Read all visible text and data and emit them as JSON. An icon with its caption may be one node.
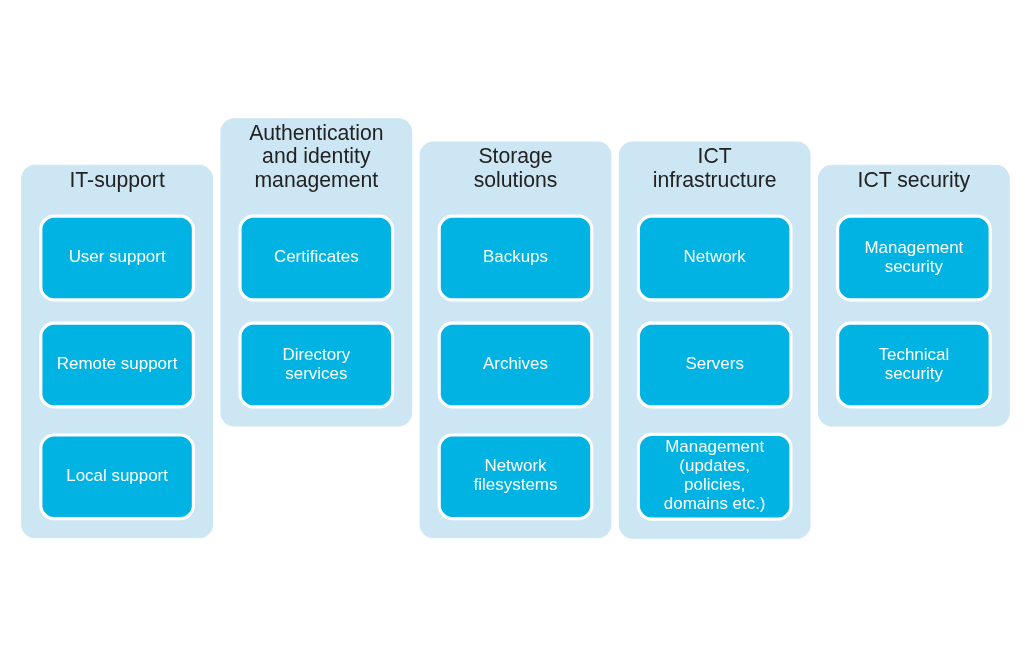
{
  "diagram": {
    "nodes": [
      {
        "text": [
          "IT-support"
        ]
      },
      {
        "text": [
          "User support"
        ],
        "in": 0
      },
      {
        "text": [
          "Remote support"
        ],
        "in": 0
      },
      {
        "text": [
          "Local support"
        ],
        "in": 0
      },
      {
        "text": [
          "Authentication and identity management"
        ]
      },
      {
        "text": [
          "Certificates"
        ],
        "in": 4
      },
      {
        "text": [
          "Directory services"
        ],
        "in": 4
      },
      {
        "text": [
          "Storage solutions"
        ]
      },
      {
        "text": [
          "Backups"
        ],
        "in": 7
      },
      {
        "text": [
          "Archives"
        ],
        "in": 7
      },
      {
        "text": [
          "Network filesystems"
        ],
        "in": 7
      },
      {
        "text": [
          "ICT infrastructure"
        ]
      },
      {
        "text": [
          "Network"
        ],
        "in": 11
      },
      {
        "text": [
          "Servers"
        ],
        "in": 11
      },
      {
        "text": [
          "Management (updates, policies, domains etc.)"
        ],
        "in": 11
      },
      {
        "text": [
          "ICT security"
        ]
      },
      {
        "text": [
          "Management security"
        ],
        "in": 15
      },
      {
        "text": [
          "Technical security"
        ],
        "in": 15
      }
    ],
    "edges": []
  }
}
